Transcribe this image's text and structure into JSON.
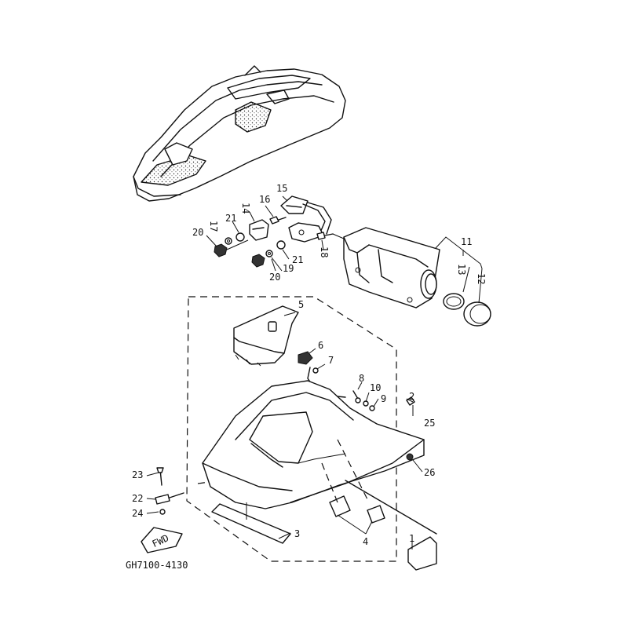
{
  "diagram": {
    "code": "GH7100-4130",
    "fwd_label": "FWD",
    "callouts": {
      "c1": "1",
      "c2": "2",
      "c3": "3",
      "c4": "4",
      "c5": "5",
      "c6": "6",
      "c7": "7",
      "c8": "8",
      "c9": "9",
      "c10": "10",
      "c11": "11",
      "c12": "12",
      "c13": "13",
      "c14": "14",
      "c15": "15",
      "c16": "16",
      "c17": "17",
      "c18": "18",
      "c19": "19",
      "c20a": "20",
      "c20b": "20",
      "c21a": "21",
      "c21b": "21",
      "c22": "22",
      "c23": "23",
      "c24": "24",
      "c25": "25",
      "c26": "26"
    }
  }
}
